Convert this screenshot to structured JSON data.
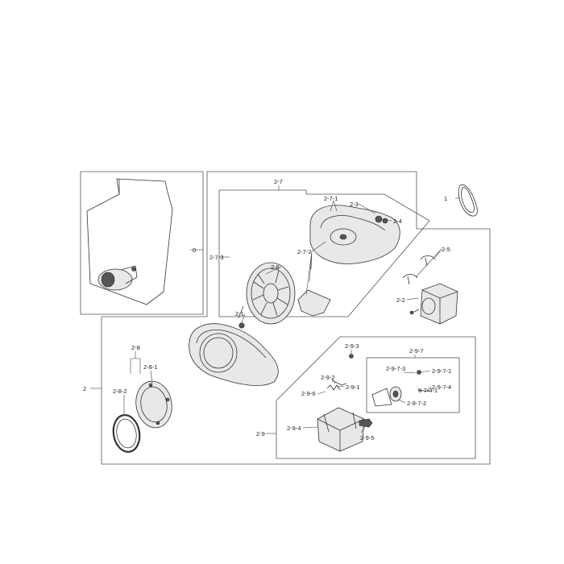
{
  "labels": {
    "l0": "0",
    "l1": "1",
    "l2": "2",
    "l2_1": "2-1",
    "l2_2": "2-2",
    "l2_3": "2-3",
    "l2_4": "2-4",
    "l2_5": "2-5",
    "l2_6": "2-6",
    "l2_7": "2-7",
    "l2_7_1": "2-7-1",
    "l2_7_2": "2-7-2",
    "l2_7_3": "2-7-3",
    "l2_8": "2-8",
    "l2_8_1": "2-8-1",
    "l2_8_2": "2-8-2",
    "l2_9": "2-9",
    "l2_9_1": "2-9-1",
    "l2_9_2": "2-9-2",
    "l2_9_3": "2-9-3",
    "l2_9_4": "2-9-4",
    "l2_9_5": "2-9-5",
    "l2_9_6": "2-9-6",
    "l2_9_7": "2-9-7",
    "l2_9_7_1": "2-9-7-1",
    "l2_9_7_2": "2-9-7-2",
    "l2_9_7_3": "2-9-7-3",
    "l2_9_7_4": "2-9-7-4",
    "l9_7_4_1": "9-7-4-1"
  }
}
